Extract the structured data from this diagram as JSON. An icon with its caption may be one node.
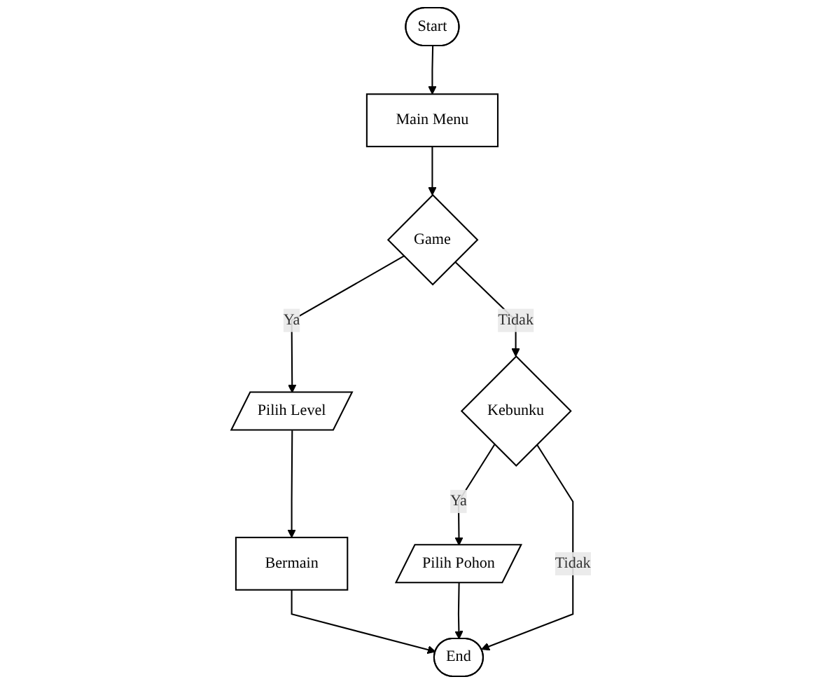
{
  "diagram": {
    "nodes": [
      {
        "text": [
          "Start"
        ]
      },
      {
        "text": [
          "Main Menu"
        ]
      },
      {
        "text": [
          "Game"
        ]
      },
      {
        "text": [
          "Pilih Level"
        ]
      },
      {
        "text": [
          "Bermain"
        ]
      },
      {
        "text": [
          "Kebunku"
        ]
      },
      {
        "text": [
          "Pilih Pohon"
        ]
      },
      {
        "text": [
          "End"
        ]
      }
    ],
    "edges": [
      {
        "from": 0,
        "to": 1,
        "arrow": "to"
      },
      {
        "from": 1,
        "to": 2,
        "arrow": "to"
      },
      {
        "from": 2,
        "to": 3,
        "arrow": "to",
        "label": "Ya"
      },
      {
        "from": 3,
        "to": 4,
        "arrow": "to"
      },
      {
        "from": 2,
        "to": 5,
        "arrow": "to",
        "label": "Tidak"
      },
      {
        "from": 5,
        "to": 6,
        "arrow": "to",
        "label": "Ya"
      },
      {
        "from": 5,
        "to": 7,
        "arrow": "to",
        "label": "Tidak"
      },
      {
        "from": 4,
        "to": 7,
        "arrow": "to"
      },
      {
        "from": 6,
        "to": 7,
        "arrow": "to"
      }
    ]
  }
}
